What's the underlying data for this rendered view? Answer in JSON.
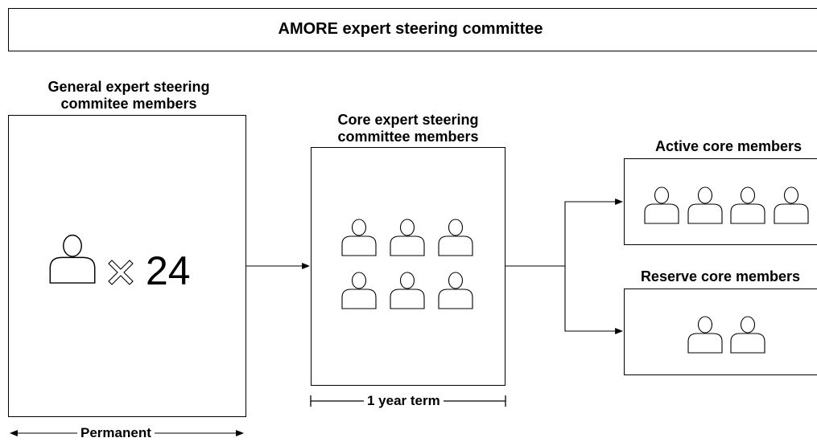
{
  "title": "AMORE expert steering committee",
  "general": {
    "label": "General expert steering commitee members",
    "multiplier": "24",
    "duration": "Permanent"
  },
  "core": {
    "label": "Core expert steering committee members",
    "member_count": 6,
    "duration": "1 year term"
  },
  "active": {
    "label": "Active core members",
    "member_count": 4
  },
  "reserve": {
    "label": "Reserve core members",
    "member_count": 2
  },
  "icons": {
    "member": "person-icon",
    "times": "multiply-icon",
    "arrow": "arrow-icon"
  }
}
